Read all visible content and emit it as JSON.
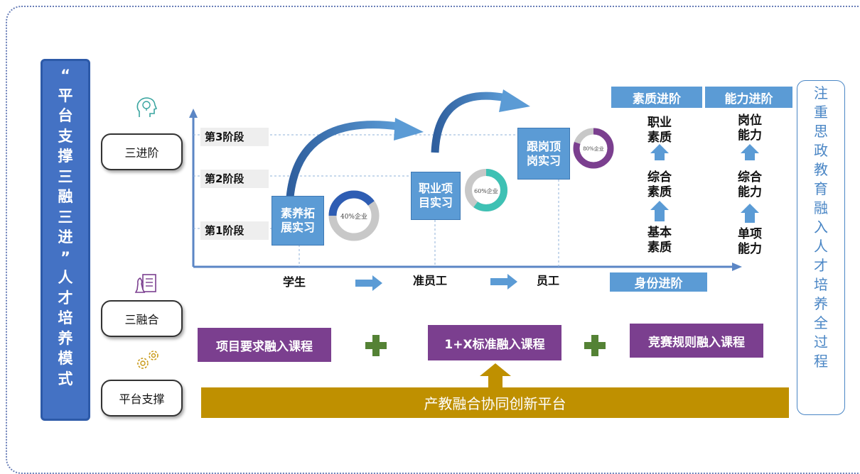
{
  "title_chars": [
    "“",
    "平",
    "台",
    "支",
    "撑",
    "三",
    "融",
    "三",
    "进",
    "”",
    "人",
    "才",
    "培",
    "养",
    "模",
    "式"
  ],
  "left_boxes": {
    "sanjinjie": "三进阶",
    "sanronghe": "三融合",
    "pingtai": "平台支撑"
  },
  "stages": {
    "s3": "第3阶段",
    "s2": "第2阶段",
    "s1": "第1阶段"
  },
  "phase_boxes": {
    "suyang": "素养拓展实习",
    "zhiye": "职业项目实习",
    "genggang": "跟岗顶岗实习"
  },
  "donuts": [
    {
      "label": "40%企业",
      "value": 40,
      "color": "#2e5db3"
    },
    {
      "label": "60%企业",
      "value": 60,
      "color": "#3ec1b4"
    },
    {
      "label": "80%企业",
      "value": 80,
      "color": "#7b3f8f"
    }
  ],
  "identity": {
    "student": "学生",
    "quasi": "准员工",
    "employee": "员工",
    "label": "身份进阶"
  },
  "headers": {
    "quality": "素质进阶",
    "ability": "能力进阶"
  },
  "quality_col": [
    "职业素质",
    "综合素质",
    "基本素质"
  ],
  "ability_col": [
    "岗位能力",
    "综合能力",
    "单项能力"
  ],
  "right_text": [
    "注",
    "重",
    "思",
    "政",
    "教",
    "育",
    "融",
    "入",
    "人",
    "才",
    "培",
    "养",
    "全",
    "过",
    "程"
  ],
  "courses": {
    "c1": "项目要求融入课程",
    "c2": "1+X标准融入课程",
    "c3": "竞赛规则融入课程"
  },
  "platform": "产教融合协同创新平台",
  "colors": {
    "blue": "#5b9bd5",
    "purple": "#7b3f8f",
    "gold": "#bf9000",
    "green": "#548235"
  }
}
